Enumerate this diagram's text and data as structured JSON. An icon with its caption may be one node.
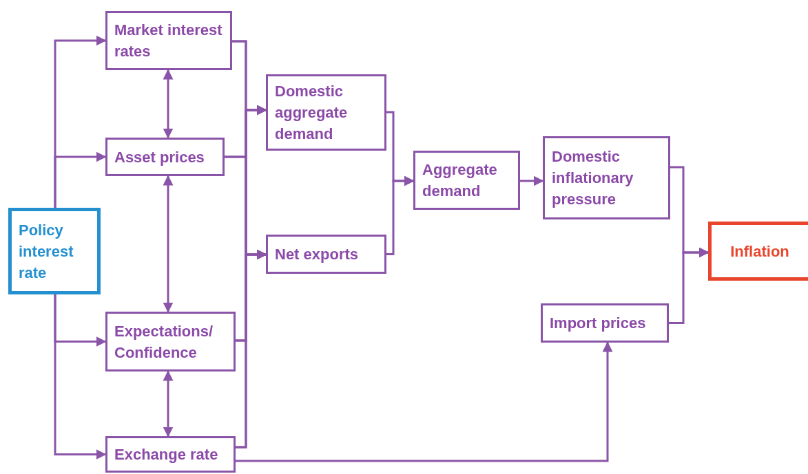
{
  "diagram": {
    "nodes": [
      {
        "text": [
          "Policy interest rate"
        ]
      },
      {
        "text": [
          "Market interest rates"
        ]
      },
      {
        "text": [
          "Asset prices"
        ]
      },
      {
        "text": [
          "Expectations/ Confidence"
        ]
      },
      {
        "text": [
          "Exchange rate"
        ]
      },
      {
        "text": [
          "Domestic aggregate demand"
        ]
      },
      {
        "text": [
          "Net exports"
        ]
      },
      {
        "text": [
          "Aggregate demand"
        ]
      },
      {
        "text": [
          "Domestic inflationary pressure"
        ]
      },
      {
        "text": [
          "Import prices"
        ]
      },
      {
        "text": [
          "Inflation"
        ]
      }
    ],
    "edges": [
      {
        "from": 0,
        "to": 1,
        "arrow": "to"
      },
      {
        "from": 0,
        "to": 2,
        "arrow": "to"
      },
      {
        "from": 0,
        "to": 3,
        "arrow": "to"
      },
      {
        "from": 0,
        "to": 4,
        "arrow": "to"
      },
      {
        "from": 1,
        "to": 2,
        "arrow": "both"
      },
      {
        "from": 2,
        "to": 3,
        "arrow": "both"
      },
      {
        "from": 3,
        "to": 4,
        "arrow": "both"
      },
      {
        "from": 1,
        "to": 5,
        "arrow": "to"
      },
      {
        "from": 1,
        "to": 6,
        "arrow": "to"
      },
      {
        "from": 2,
        "to": 5,
        "arrow": "to"
      },
      {
        "from": 2,
        "to": 6,
        "arrow": "to"
      },
      {
        "from": 3,
        "to": 5,
        "arrow": "to"
      },
      {
        "from": 3,
        "to": 6,
        "arrow": "to"
      },
      {
        "from": 4,
        "to": 5,
        "arrow": "to"
      },
      {
        "from": 4,
        "to": 6,
        "arrow": "to"
      },
      {
        "from": 5,
        "to": 7,
        "arrow": "to"
      },
      {
        "from": 6,
        "to": 7,
        "arrow": "to"
      },
      {
        "from": 7,
        "to": 8,
        "arrow": "to"
      },
      {
        "from": 8,
        "to": 10,
        "arrow": "to"
      },
      {
        "from": 9,
        "to": 10,
        "arrow": "to"
      },
      {
        "from": 4,
        "to": 9,
        "arrow": "to"
      }
    ]
  }
}
